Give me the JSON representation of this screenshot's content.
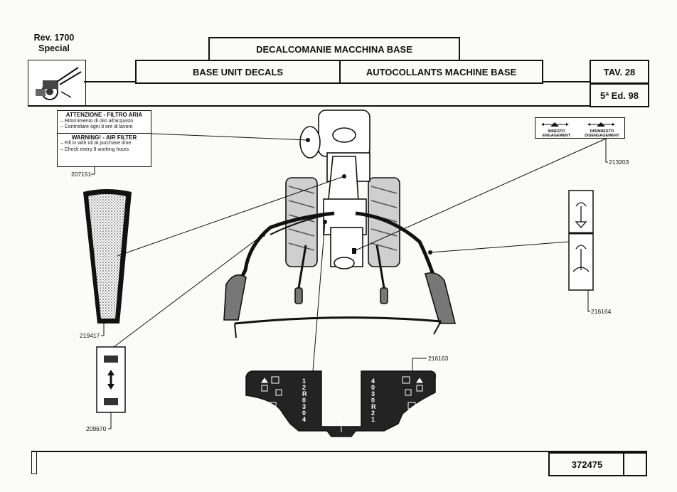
{
  "header": {
    "revision": "Rev. 1700",
    "model": "Special",
    "title_it": "DECALCOMANIE MACCHINA BASE",
    "title_en": "BASE UNIT DECALS",
    "title_fr": "AUTOCOLLANTS MACHINE BASE",
    "table": "TAV. 28",
    "edition": "5ª Ed. 98"
  },
  "decals": {
    "warning": {
      "title_it": "ATTENZIONE - FILTRO ARIA",
      "lines_it": [
        "– Rifornimento di olio all'acquisto",
        "– Controllare ogni 8 ore di lavoro"
      ],
      "title_en": "WARNING! - AIR FILTER",
      "lines_en": [
        "– Fill in with oil at purchase time",
        "– Check every 8 working hours"
      ]
    },
    "engagement": {
      "left": "INNESTO\nENGAGEMENT",
      "right": "DISINNESTO\nDISENGAGEMENT"
    },
    "control_panel": {
      "left_gears": [
        "1",
        "2",
        "R",
        "0",
        "3",
        "0",
        "4"
      ],
      "right_gears": [
        "4",
        "0",
        "3",
        "0",
        "R",
        "2",
        "1"
      ]
    }
  },
  "part_numbers": {
    "p207151": "207151",
    "p213203": "213203",
    "p219417": "219417",
    "p216164": "216164",
    "p209670": "209670",
    "p216163": "216163"
  },
  "footer": {
    "code": "372475"
  }
}
